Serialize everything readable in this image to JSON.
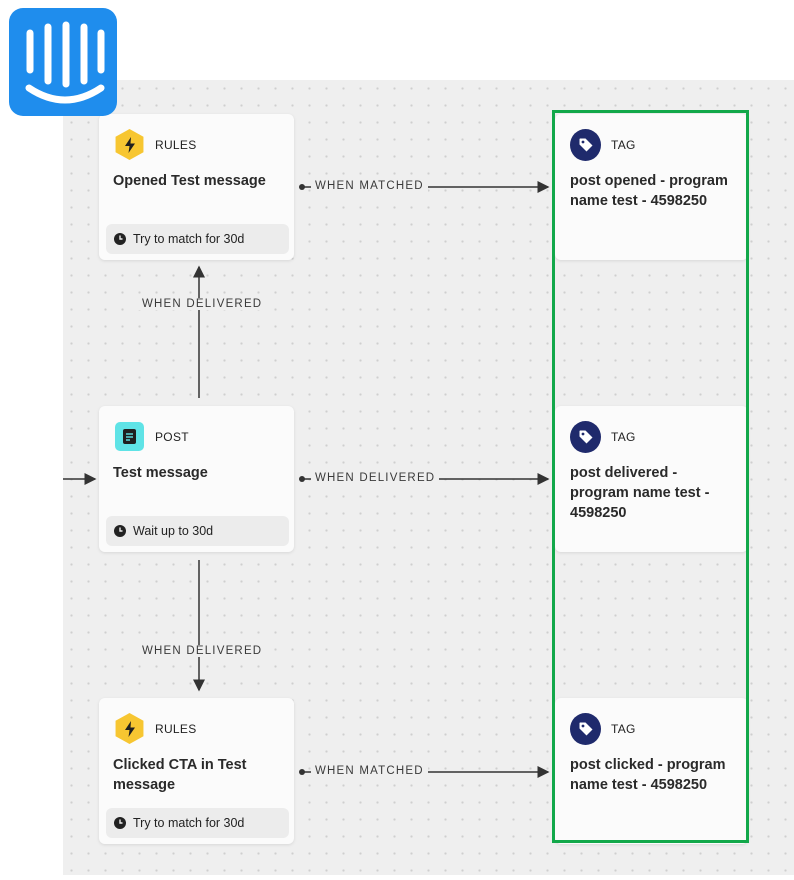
{
  "colors": {
    "logo": "#1f8ded",
    "canvas": "#efefef",
    "rules_icon": "#f7c631",
    "post_icon": "#5fe3e6",
    "tag_icon": "#1f2a6c",
    "highlight": "#12a84a"
  },
  "icons": {
    "logo": "intercom-logo",
    "rules": "lightning-icon",
    "post": "document-icon",
    "tag": "tag-icon",
    "clock": "clock-icon"
  },
  "nodes": {
    "rules_opened": {
      "type": "RULES",
      "title": "Opened Test message",
      "footer": "Try to match for 30d"
    },
    "post": {
      "type": "POST",
      "title": "Test message",
      "footer": "Wait up to 30d"
    },
    "rules_clicked": {
      "type": "RULES",
      "title": "Clicked CTA in Test message",
      "footer": "Try to match for 30d"
    },
    "tag_opened": {
      "type": "TAG",
      "title": "post opened - program name test - 4598250"
    },
    "tag_delivered": {
      "type": "TAG",
      "title": "post delivered - program name test - 4598250"
    },
    "tag_clicked": {
      "type": "TAG",
      "title": "post clicked - program name test - 4598250"
    }
  },
  "edges": {
    "opened_to_tag": "WHEN MATCHED",
    "post_to_opened": "WHEN DELIVERED",
    "post_to_tag": "WHEN DELIVERED",
    "post_to_clicked": "WHEN DELIVERED",
    "clicked_to_tag": "WHEN MATCHED"
  }
}
